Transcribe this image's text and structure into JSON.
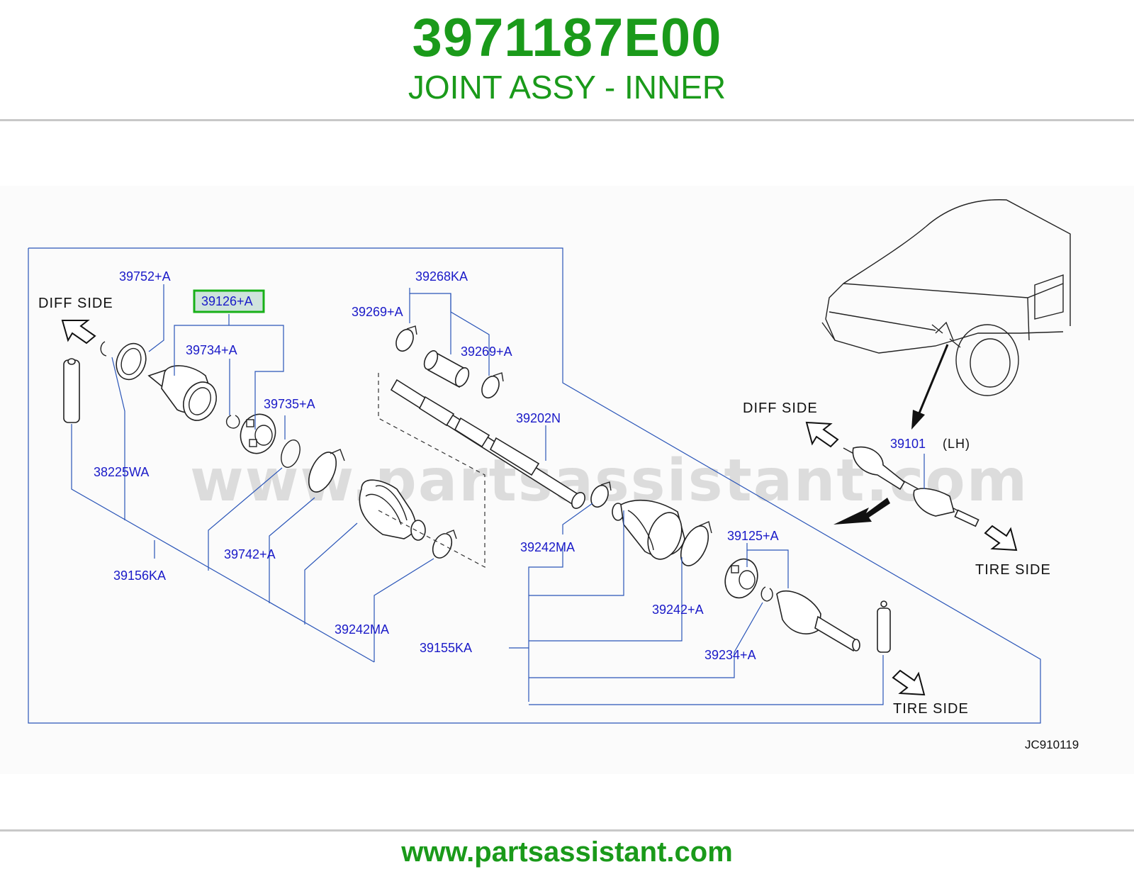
{
  "header": {
    "part_number": "3971187E00",
    "part_name": "JOINT ASSY - INNER"
  },
  "footer": {
    "url": "www.partsassistant.com"
  },
  "diagram": {
    "watermark": "www.partsassistant.com",
    "diagram_code": "JC910119",
    "highlighted_part": "39126+A",
    "direction_labels": {
      "diff_side_left": "DIFF SIDE",
      "diff_side_car": "DIFF SIDE",
      "tire_side_car": "TIRE SIDE",
      "tire_side_bottom": "TIRE SIDE"
    },
    "assembly": {
      "number": "39101",
      "side": "(LH)"
    },
    "part_labels": {
      "p39752": "39752+A",
      "p39126": "39126+A",
      "p39734": "39734+A",
      "p39735": "39735+A",
      "p38225": "38225WA",
      "p39742": "39742+A",
      "p39156": "39156KA",
      "p39242ma_left": "39242MA",
      "p39268": "39268KA",
      "p39269_top": "39269+A",
      "p39269_right": "39269+A",
      "p39202": "39202N",
      "p39242ma_right": "39242MA",
      "p39155": "39155KA",
      "p39125": "39125+A",
      "p39242a": "39242+A",
      "p39234": "39234+A"
    }
  }
}
